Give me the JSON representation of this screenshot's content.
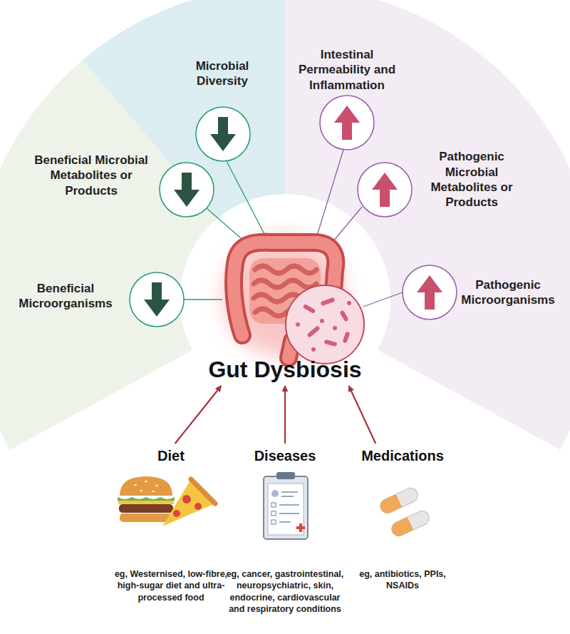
{
  "diagram": {
    "nodes": [
      {
        "text": [
          "Beneficial Microorganisms"
        ]
      },
      {
        "text": [
          "Beneficial Microbial Metabolites or Products"
        ]
      },
      {
        "text": [
          "Microbial Diversity"
        ]
      },
      {
        "text": [
          "Intestinal Permeability and Inflammation"
        ]
      },
      {
        "text": [
          "Pathogenic Microbial Metabolites or Products"
        ]
      },
      {
        "text": [
          "Pathogenic Microorganisms"
        ]
      },
      {
        "text": [
          "Gut Dysbiosis"
        ]
      },
      {
        "text": [
          "Diet",
          "eg, Westernised, low-fibre, high-sugar diet and ultra-processed food"
        ]
      },
      {
        "text": [
          "Diseases",
          "eg, cancer, gastrointestinal, neuropsychiatric, skin, endocrine, cardiovascular and respiratory conditions"
        ]
      },
      {
        "text": [
          "Medications",
          "eg, antibiotics, PPIs, NSAIDs"
        ]
      }
    ],
    "edges": [
      {
        "from": 7,
        "to": 6,
        "arrow": "to"
      },
      {
        "from": 8,
        "to": 6,
        "arrow": "to"
      },
      {
        "from": 9,
        "to": 6,
        "arrow": "to"
      }
    ]
  }
}
